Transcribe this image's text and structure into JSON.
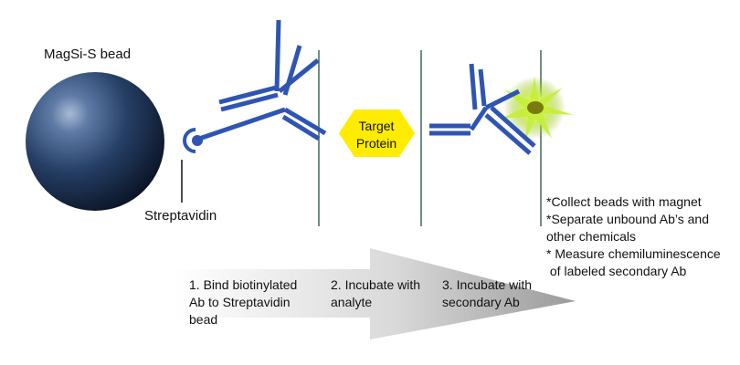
{
  "labels": {
    "bead": "MagSi-S bead",
    "streptavidin": "Streptavidin",
    "target_protein": [
      "Target",
      "Protein"
    ]
  },
  "steps": [
    {
      "lines": [
        "1. Bind biotinylated",
        "Ab to Streptavidin",
        "bead"
      ]
    },
    {
      "lines": [
        "2. Incubate with",
        "analyte"
      ]
    },
    {
      "lines": [
        "3. Incubate with",
        "secondary Ab"
      ]
    }
  ],
  "notes": [
    "*Collect beads with magnet",
    "*Separate unbound Ab’s and",
    "other chemicals",
    "* Measure chemiluminescence",
    " of labeled secondary Ab"
  ],
  "colors": {
    "bead": "#1f3354",
    "antibody": "#2f55b3",
    "target_fill": "#ffec00",
    "glow": "#b8ea2f",
    "divider": "#3d6b58",
    "arrow": "#c6c6c6"
  }
}
